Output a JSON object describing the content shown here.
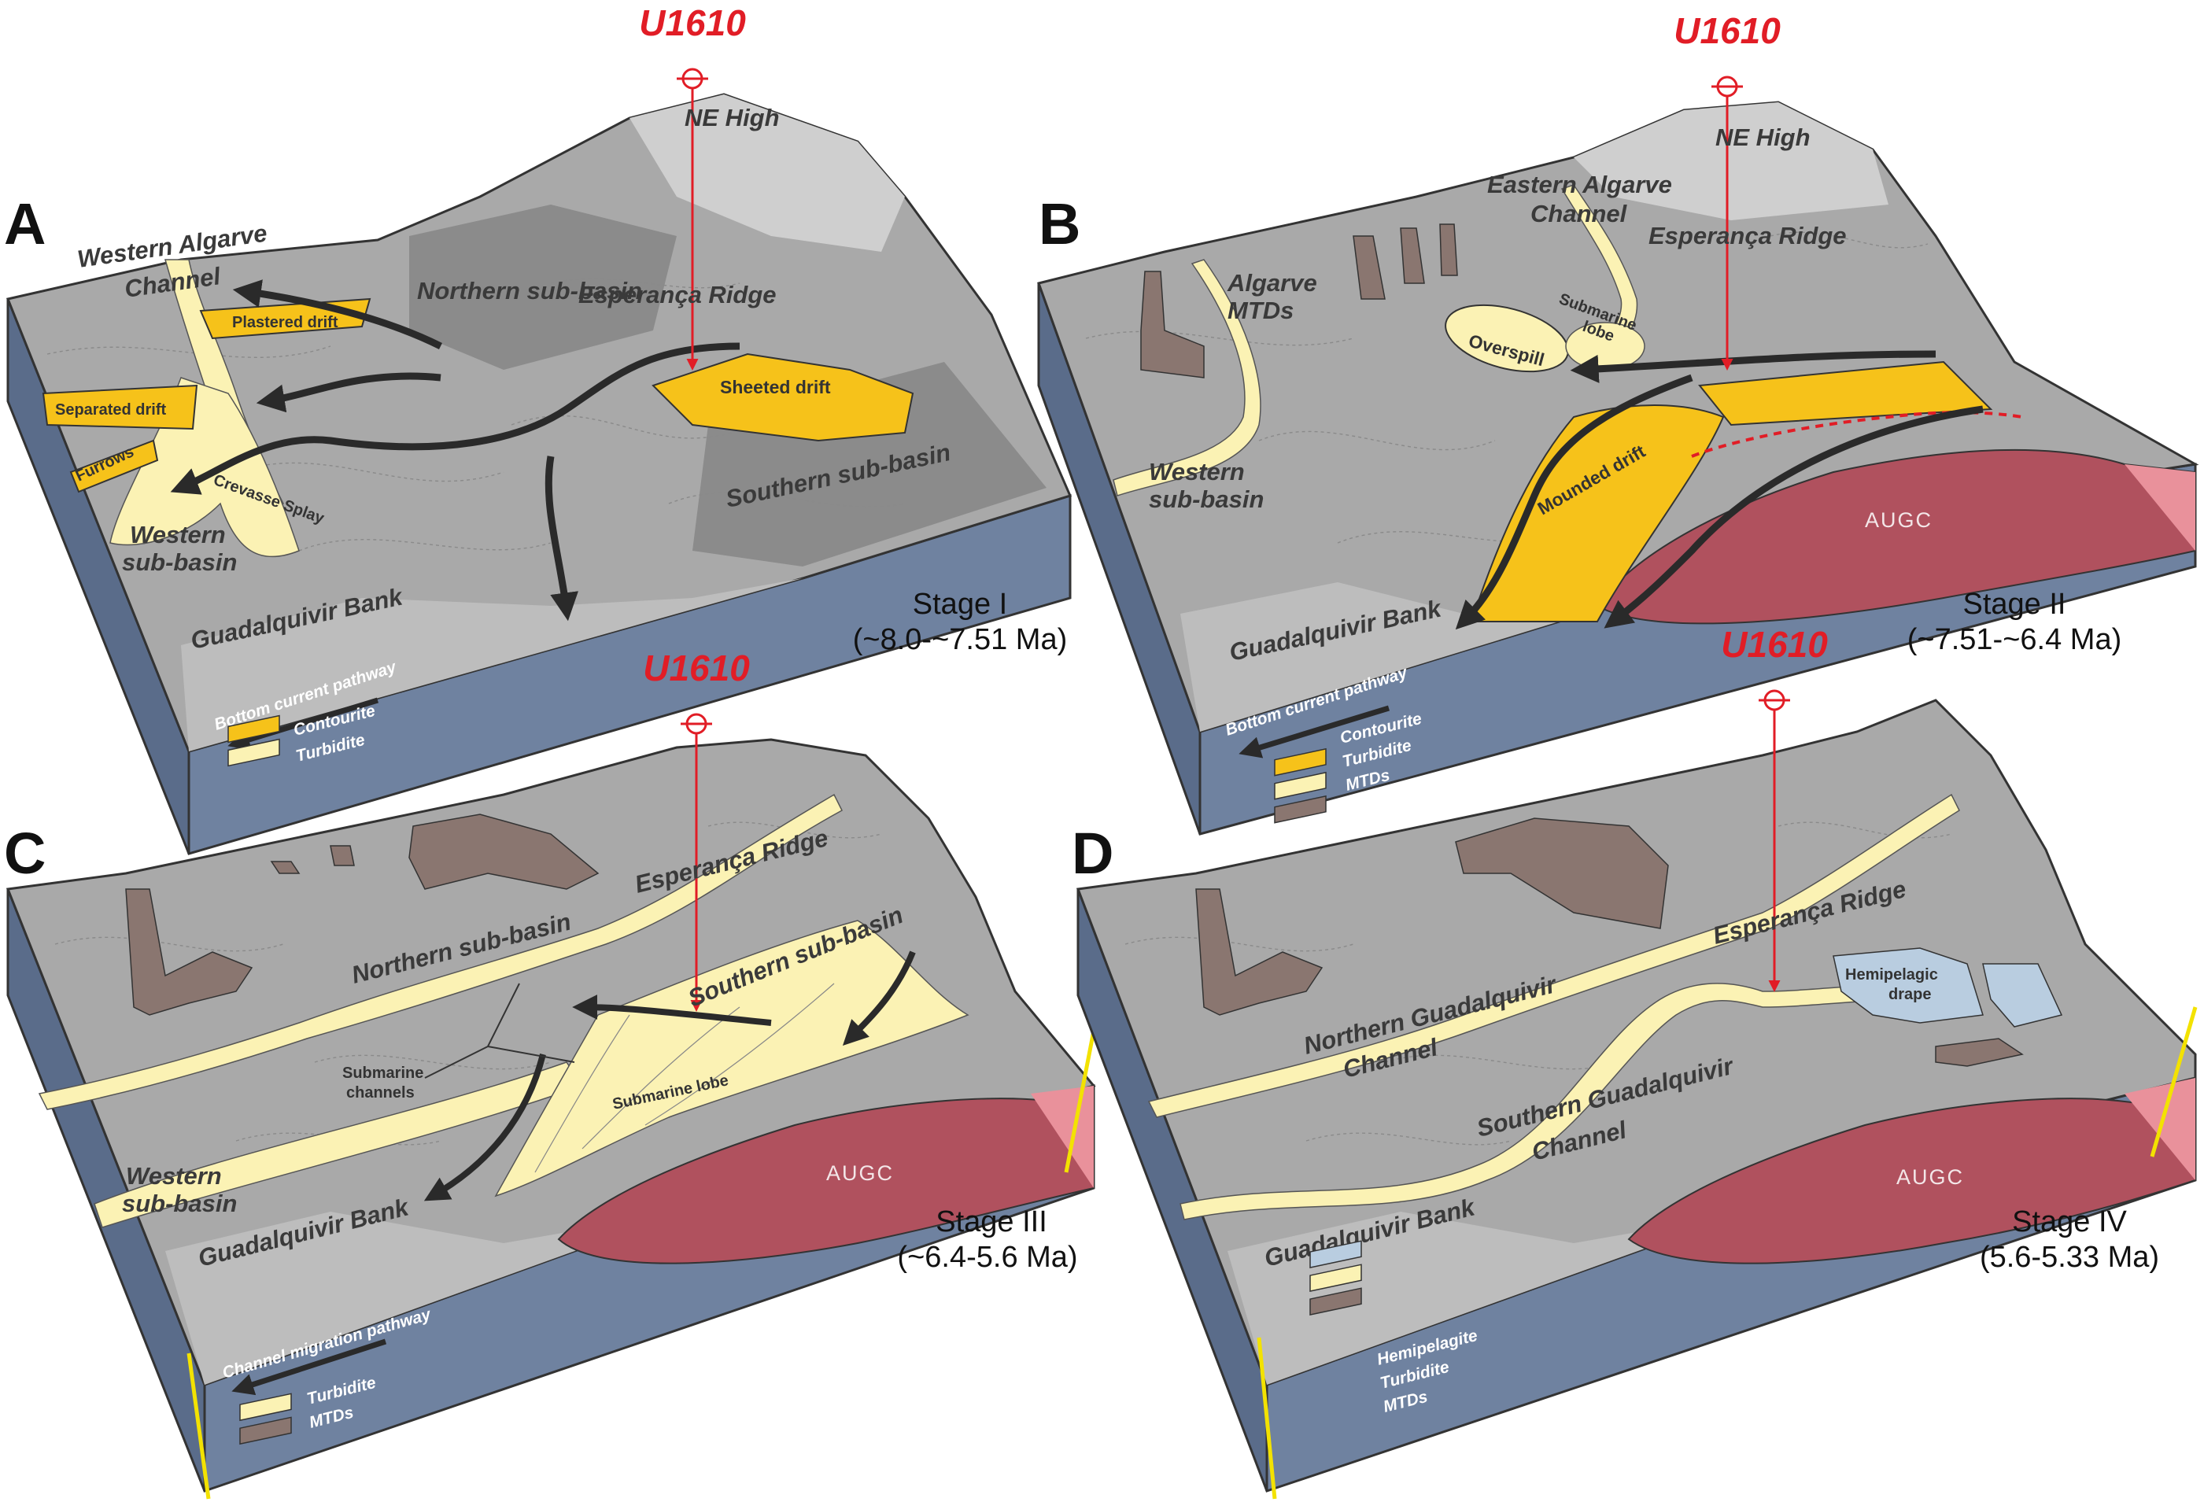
{
  "colors": {
    "contourite": "#f6c21a",
    "turbidite": "#fbf2b4",
    "mtds": "#8a7670",
    "hemipelagite": "#b9cde0",
    "augc": "#b0515e",
    "augc_light": "#e9919b",
    "block_side": "#6f82a0",
    "block_side_dark": "#5a6c8a",
    "surface": "#a9a9a9",
    "surface_light": "#cfcfcf",
    "surface_dark": "#8b8b8b",
    "current_arrow": "#2a2a2a",
    "site_marker": "#e11d26",
    "fault": "#f3e200"
  },
  "panels": {
    "A": {
      "letter": "A",
      "site": "U1610",
      "stage": "Stage I",
      "age": "(~8.0-~7.51 Ma)",
      "labels": {
        "ne_high": "NE High",
        "northern_sub_basin": "Northern sub-basin",
        "esperanca_ridge": "Esperança Ridge",
        "western_algarve_channel": [
          "Western Algarve",
          "Channel"
        ],
        "plastered_drift": "Plastered drift",
        "separated_drift": "Separated drift",
        "sheeted_drift": "Sheeted drift",
        "furrows": "Furrows",
        "crevasse_splay": "Crevasse Splay",
        "western_sub_basin": [
          "Western",
          "sub-basin"
        ],
        "southern_sub_basin": "Southern sub-basin",
        "guadalquivir_bank": "Guadalquivir Bank"
      },
      "legend": {
        "title": "Bottom current pathway",
        "items": [
          "Contourite",
          "Turbidite"
        ]
      }
    },
    "B": {
      "letter": "B",
      "site": "U1610",
      "stage": "Stage II",
      "age": "(~7.51-~6.4 Ma)",
      "labels": {
        "ne_high": "NE High",
        "eastern_algarve_channel": [
          "Eastern Algarve",
          "Channel"
        ],
        "esperanca_ridge": "Esperança Ridge",
        "algarve_mtds": [
          "Algarve",
          "MTDs"
        ],
        "submarine_lobe": [
          "Submarine",
          "lobe"
        ],
        "overspill": "Overspill",
        "mounded_drift": "Mounded drift",
        "western_sub_basin": [
          "Western",
          "sub-basin"
        ],
        "augc": "AUGC",
        "guadalquivir_bank": "Guadalquivir Bank"
      },
      "legend": {
        "title": "Bottom current pathway",
        "items": [
          "Contourite",
          "Turbidite",
          "MTDs"
        ]
      }
    },
    "C": {
      "letter": "C",
      "site": "U1610",
      "stage": "Stage III",
      "age": "(~6.4-5.6 Ma)",
      "labels": {
        "northern_sub_basin": "Northern sub-basin",
        "esperanca_ridge": "Esperança Ridge",
        "southern_sub_basin": "Southern sub-basin",
        "submarine_channels": [
          "Submarine",
          "channels"
        ],
        "submarine_lobe": "Submarine lobe",
        "western_sub_basin": [
          "Western",
          "sub-basin"
        ],
        "augc": "AUGC",
        "guadalquivir_bank": "Guadalquivir Bank"
      },
      "legend": {
        "title": "Channel migration pathway",
        "items": [
          "Turbidite",
          "MTDs"
        ]
      }
    },
    "D": {
      "letter": "D",
      "site": "U1610",
      "stage": "Stage IV",
      "age": "(5.6-5.33 Ma)",
      "labels": {
        "esperanca_ridge": "Esperança Ridge",
        "hemipelagic_drape": [
          "Hemipelagic",
          "drape"
        ],
        "northern_guadalquivir_channel": [
          "Northern Guadalquivir",
          "Channel"
        ],
        "southern_guadalquivir_channel": [
          "Southern Guadalquivir",
          "Channel"
        ],
        "augc": "AUGC",
        "guadalquivir_bank": "Guadalquivir Bank"
      },
      "legend": {
        "title": "",
        "items": [
          "Hemipelagite",
          "Turbidite",
          "MTDs"
        ]
      }
    }
  }
}
